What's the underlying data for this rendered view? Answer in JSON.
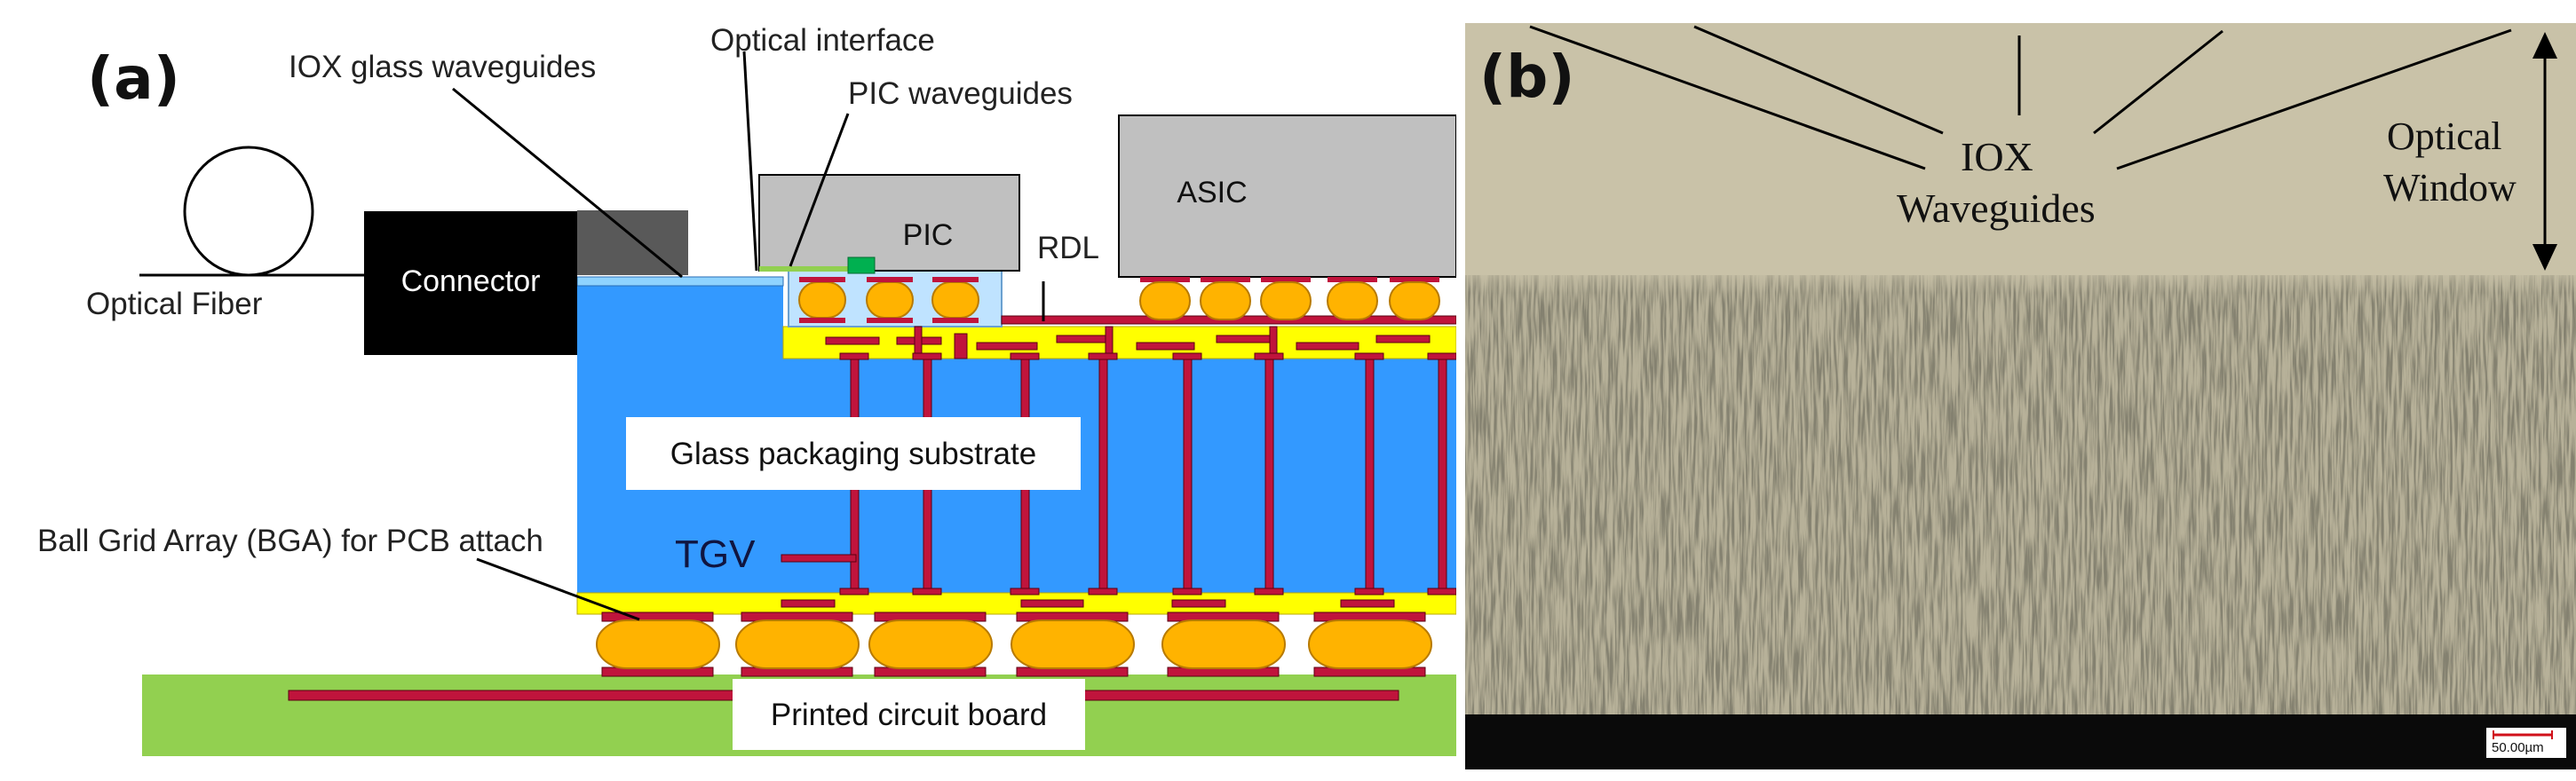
{
  "panel_a": {
    "tag": "(a)",
    "labels": {
      "optical_fiber": "Optical Fiber",
      "connector": "Connector",
      "iox_glass_waveguides": "IOX glass waveguides",
      "optical_interface": "Optical interface",
      "pic_waveguides": "PIC waveguides",
      "pic": "PIC",
      "asic": "ASIC",
      "rdl": "RDL",
      "glass_substrate": "Glass packaging substrate",
      "tgv": "TGV",
      "bga": "Ball Grid Array (BGA) for PCB attach",
      "pcb": "Printed circuit board"
    },
    "colors": {
      "glass": "#3399ff",
      "rdl_yellow": "#ffff00",
      "via": "#c0143c",
      "bump": "#ffb300",
      "pcb": "#92d050",
      "chip": "#c0c0c0",
      "connector": "#000000",
      "pic_coupler": "#00b050"
    }
  },
  "panel_b": {
    "tag": "(b)",
    "labels": {
      "iox": "IOX",
      "waveguides": "Waveguides",
      "optical": "Optical",
      "window": "Window",
      "scale": "50.00µm"
    },
    "colors": {
      "window_bg": "#c9c2a8",
      "texture_bg": "#b9b39b",
      "bottom_band": "#0a0a0a"
    }
  }
}
